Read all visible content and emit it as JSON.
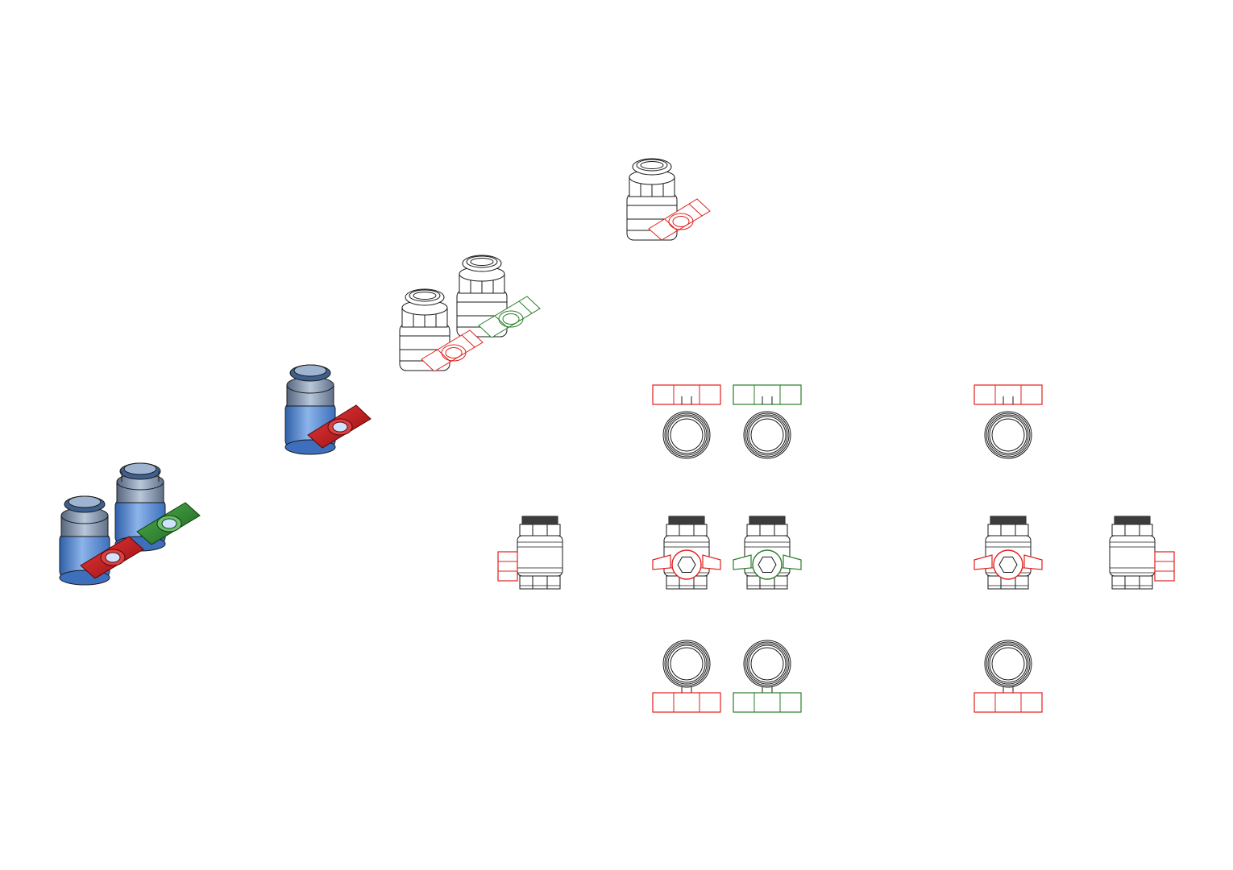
{
  "drawing": {
    "background": "#ffffff",
    "line_color": "#1a1a1a",
    "handle_colors": {
      "red": "#e0201c",
      "green": "#2a7d2a"
    },
    "shaded_colors": {
      "body_blue": "#5c8fd6",
      "body_steel": "#8fa6c4",
      "handle_red": "#c8141a",
      "handle_green": "#2f8a2f"
    }
  },
  "isometric_views": [
    {
      "id": "shaded-pair",
      "style": "shaded",
      "handles": [
        "red",
        "green"
      ]
    },
    {
      "id": "shaded-single",
      "style": "shaded",
      "handles": [
        "red"
      ]
    },
    {
      "id": "wire-pair",
      "style": "wireframe",
      "handles": [
        "red",
        "green"
      ]
    },
    {
      "id": "wire-single",
      "style": "wireframe",
      "handles": [
        "red"
      ]
    }
  ],
  "orthographic_views": [
    {
      "id": "top-red-1",
      "kind": "top",
      "handle": "red"
    },
    {
      "id": "top-green",
      "kind": "top",
      "handle": "green"
    },
    {
      "id": "top-red-2",
      "kind": "top",
      "handle": "red"
    },
    {
      "id": "side-left",
      "kind": "side",
      "handle": "red"
    },
    {
      "id": "front-red-1",
      "kind": "front",
      "handle": "red"
    },
    {
      "id": "front-green",
      "kind": "front",
      "handle": "green"
    },
    {
      "id": "front-red-2",
      "kind": "front",
      "handle": "red"
    },
    {
      "id": "side-right",
      "kind": "side",
      "handle": "red"
    },
    {
      "id": "bottom-red-1",
      "kind": "bottom",
      "handle": "red"
    },
    {
      "id": "bottom-green",
      "kind": "bottom",
      "handle": "green"
    },
    {
      "id": "bottom-red-2",
      "kind": "bottom",
      "handle": "red"
    }
  ]
}
